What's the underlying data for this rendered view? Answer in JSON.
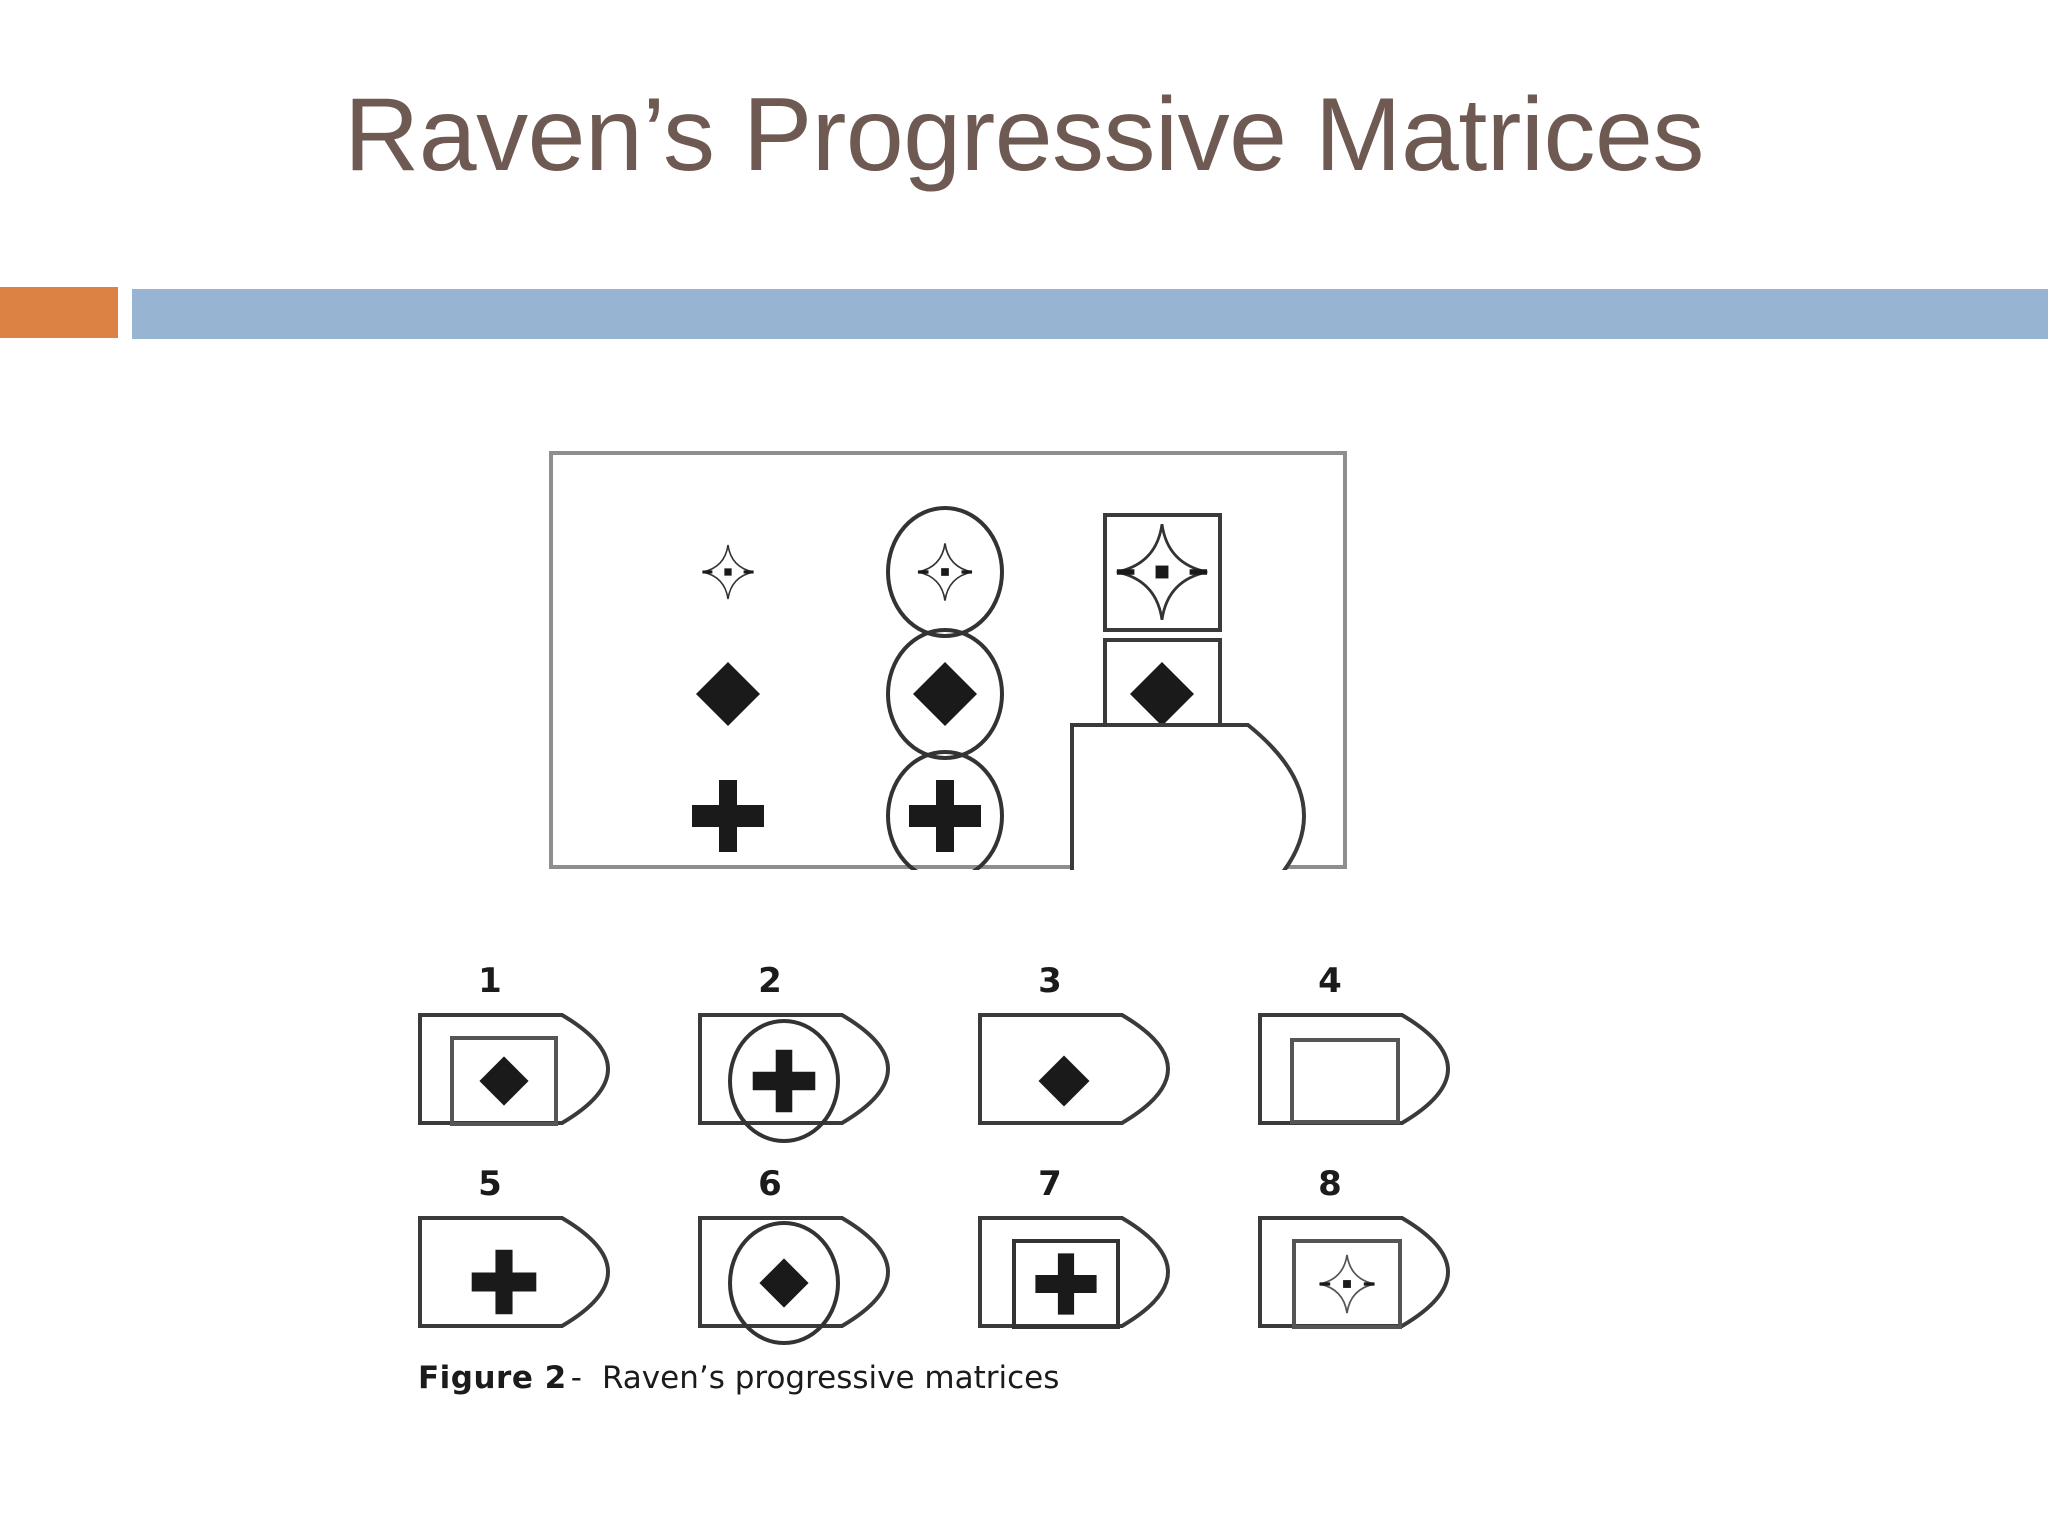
{
  "slide": {
    "title": "Raven’s Progressive Matrices",
    "title_color": "#6e5a52",
    "background_color": "#ffffff"
  },
  "decor": {
    "accent_bar_color": "#dd8245",
    "main_bar_color": "#97b5d3"
  },
  "figure": {
    "caption_strong": "Figure 2",
    "caption_dash": "-",
    "caption_rest": "Raven’s progressive matrices",
    "stroke_color": "#3a3a3a",
    "fill_color": "#1a1a1a",
    "matrix": {
      "border": true,
      "rows": [
        {
          "row_index": 1,
          "cells": [
            {
              "container": "none",
              "symbol": "four-pointed-star",
              "size": "small"
            },
            {
              "container": "ellipse",
              "symbol": "four-pointed-star",
              "size": "small"
            },
            {
              "container": "rectangle",
              "symbol": "four-pointed-star",
              "size": "large"
            }
          ]
        },
        {
          "row_index": 2,
          "cells": [
            {
              "container": "none",
              "symbol": "diamond",
              "size": "medium"
            },
            {
              "container": "ellipse",
              "symbol": "diamond",
              "size": "medium"
            },
            {
              "container": "rectangle",
              "symbol": "diamond",
              "size": "medium"
            }
          ]
        },
        {
          "row_index": 3,
          "cells": [
            {
              "container": "none",
              "symbol": "plus",
              "size": "medium"
            },
            {
              "container": "ellipse",
              "symbol": "plus",
              "size": "medium"
            },
            {
              "container": "tag",
              "symbol": "none",
              "size": "empty"
            }
          ]
        }
      ]
    },
    "options": [
      {
        "number": "1",
        "container": "rectangle",
        "symbol": "diamond"
      },
      {
        "number": "2",
        "container": "ellipse",
        "symbol": "plus"
      },
      {
        "number": "3",
        "container": "none",
        "symbol": "diamond"
      },
      {
        "number": "4",
        "container": "rectangle",
        "symbol": "none"
      },
      {
        "number": "5",
        "container": "none",
        "symbol": "plus"
      },
      {
        "number": "6",
        "container": "ellipse",
        "symbol": "diamond"
      },
      {
        "number": "7",
        "container": "rectangle",
        "symbol": "plus"
      },
      {
        "number": "8",
        "container": "rectangle",
        "symbol": "four-pointed-star"
      }
    ]
  }
}
